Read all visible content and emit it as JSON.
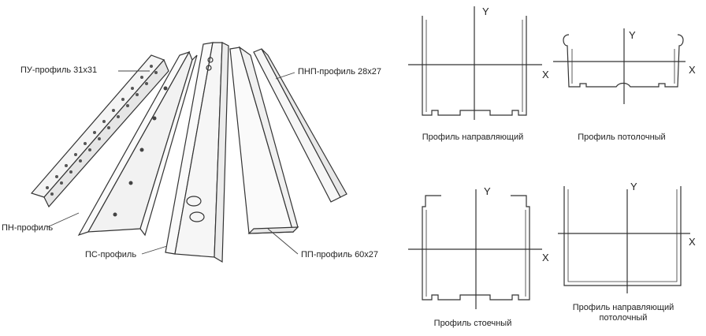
{
  "profiles": {
    "pu": "ПУ-профиль 31x31",
    "pn": "ПН-профиль",
    "ps": "ПС-профиль",
    "pnp": "ПНП-профиль 28x27",
    "pp": "ПП-профиль 60x27"
  },
  "sections": [
    {
      "caption": "Профиль направляющий",
      "axis_x": "X",
      "axis_y": "Y"
    },
    {
      "caption": "Профиль потолочный",
      "axis_x": "X",
      "axis_y": "Y"
    },
    {
      "caption": "Профиль стоечный",
      "axis_x": "X",
      "axis_y": "Y"
    },
    {
      "caption": "Профиль направляющий потолочный",
      "axis_x": "X",
      "axis_y": "Y"
    }
  ]
}
